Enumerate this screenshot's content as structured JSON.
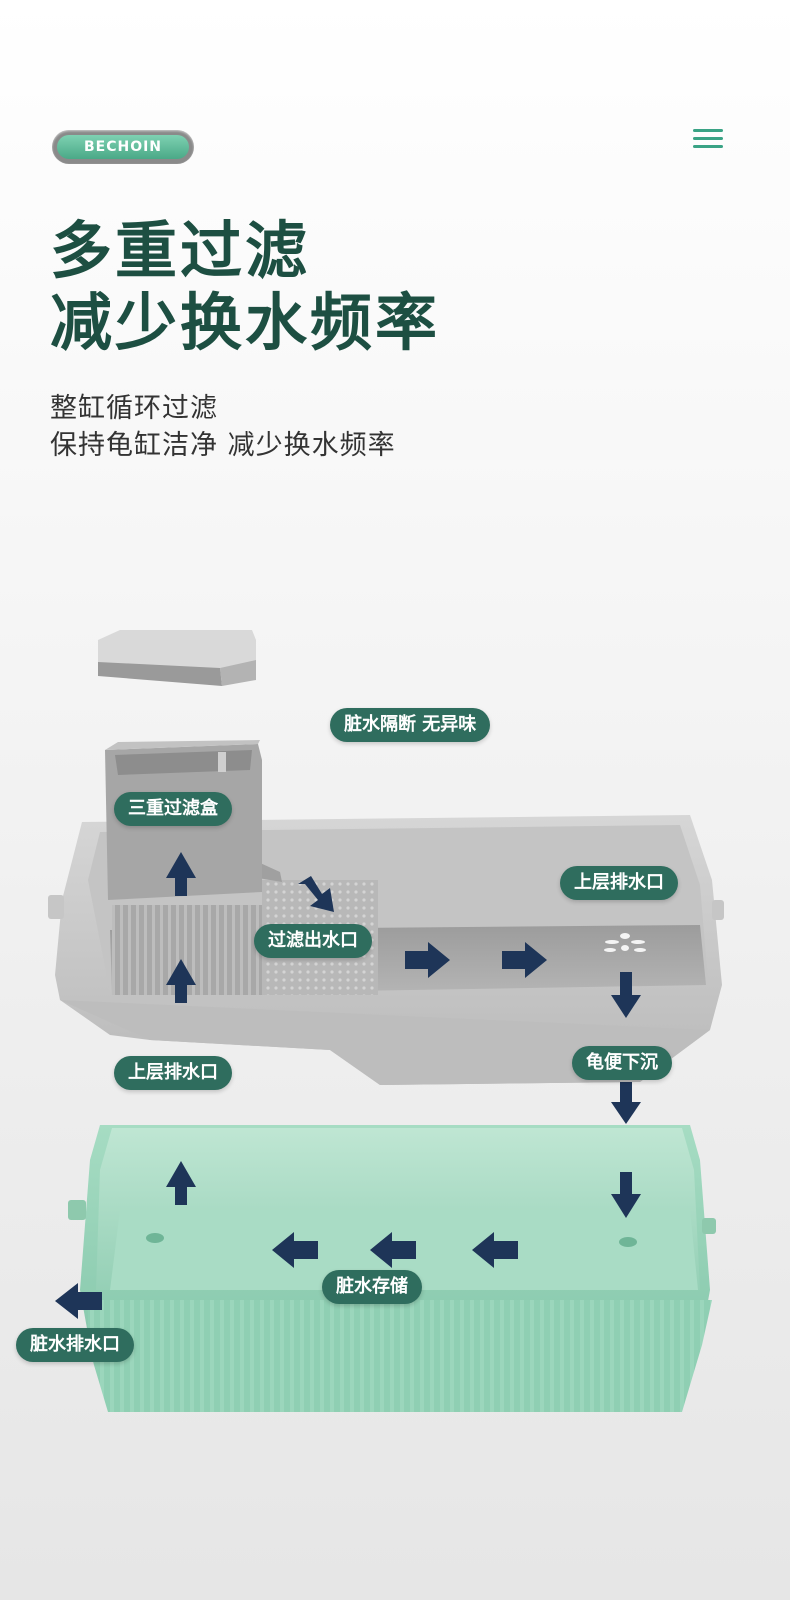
{
  "brand": {
    "logo_text": "BECHOIN"
  },
  "headline": {
    "line1": "多重过滤",
    "line2": "减少换水频率"
  },
  "subheadline": {
    "line1": "整缸循环过滤",
    "line2": "保持龟缸洁净 减少换水频率"
  },
  "diagram_labels": {
    "dirty_water_isolation": "脏水隔断 无异味",
    "triple_filter_box": "三重过滤盒",
    "upper_drain_right": "上层排水口",
    "filter_outlet": "过滤出水口",
    "upper_drain_left": "上层排水口",
    "waste_sinks": "龟便下沉",
    "dirty_water_storage": "脏水存储",
    "dirty_water_drain": "脏水排水口"
  },
  "colors": {
    "headline": "#1d4f42",
    "label_bg": "#2f6d5e",
    "arrow": "#1e3558",
    "tray_upper": "#c9c9c9",
    "tray_lower": "#8fcfb3",
    "logo_green": "#4aa987"
  },
  "icons": [
    "menu-icon",
    "arrow-icon"
  ]
}
